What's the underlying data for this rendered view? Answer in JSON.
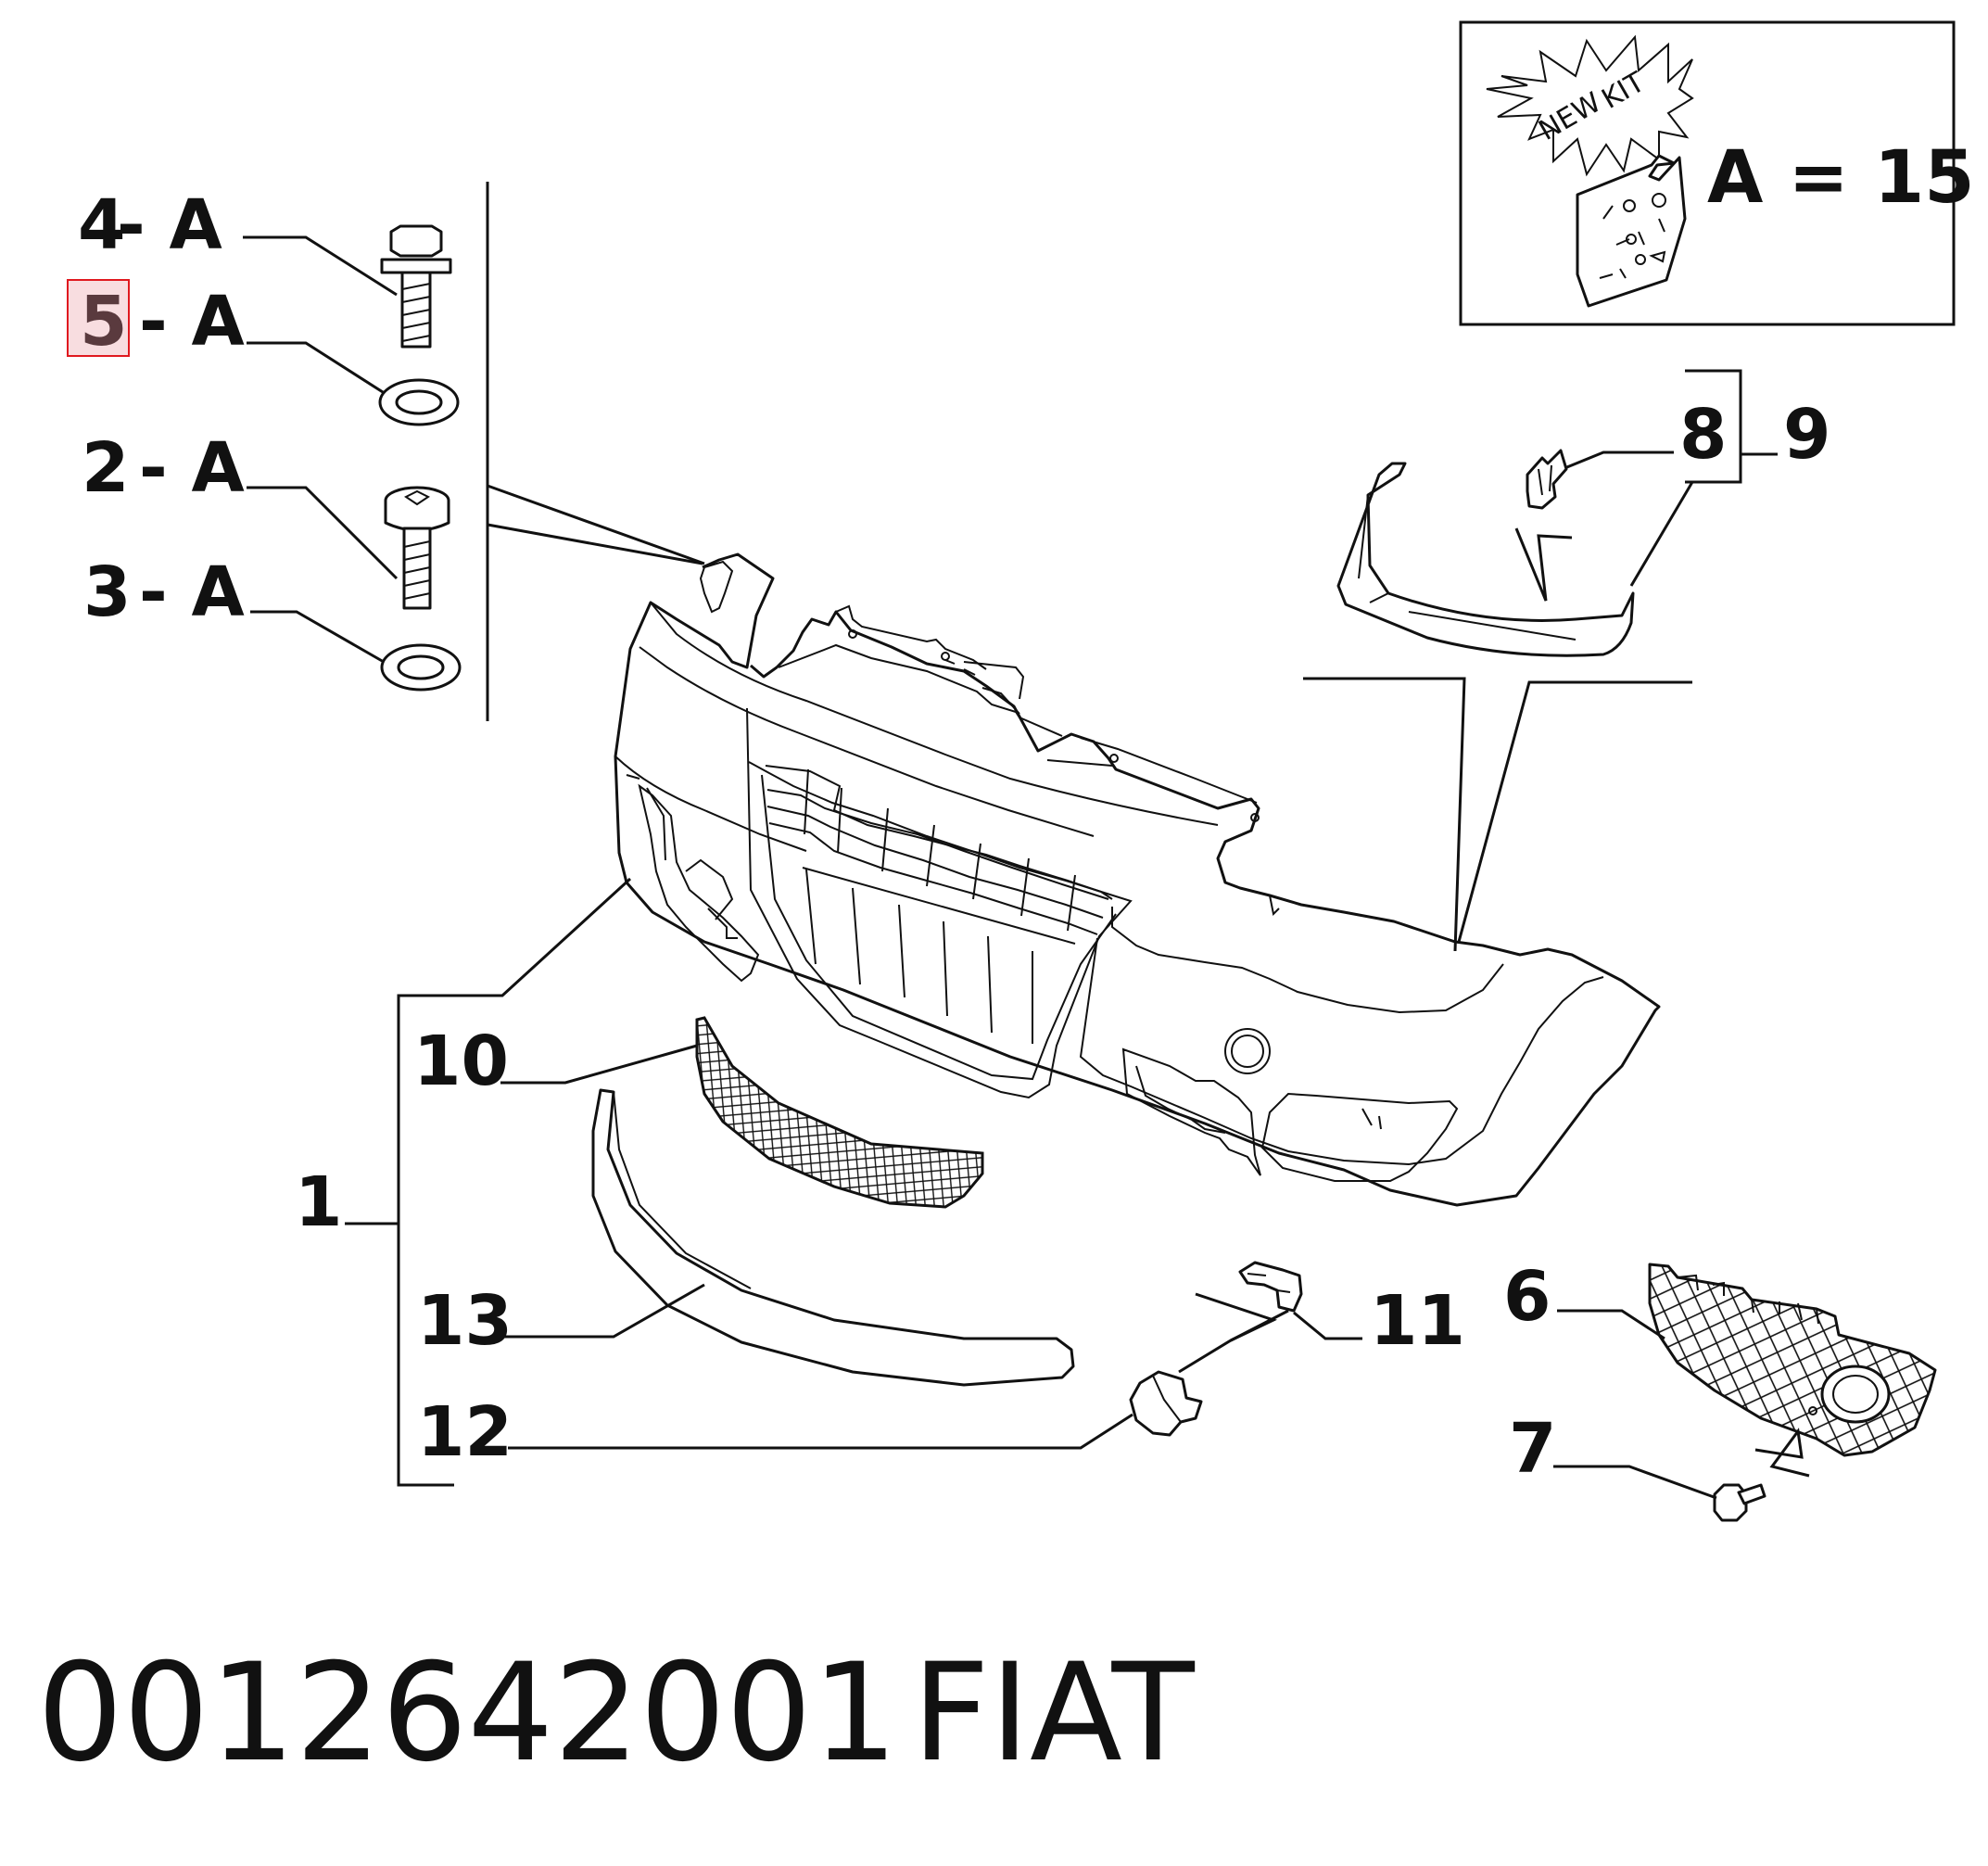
{
  "callouts": {
    "c4": "4",
    "c5": "5",
    "c2": "2",
    "c3": "3",
    "suffix": "- A",
    "c8": "8",
    "c9": "9",
    "c10": "10",
    "c1": "1",
    "c13": "13",
    "c12": "12",
    "c11": "11",
    "c6": "6",
    "c7": "7"
  },
  "kit_box": {
    "burst_text_1": "NEW",
    "burst_text_2": "KIT",
    "label": "A = 15"
  },
  "highlight": {
    "part": "5",
    "color": "#e0191f",
    "fill": "#f8dde0"
  },
  "footer": {
    "part_number": "0012642001",
    "brand": "FIAT"
  }
}
